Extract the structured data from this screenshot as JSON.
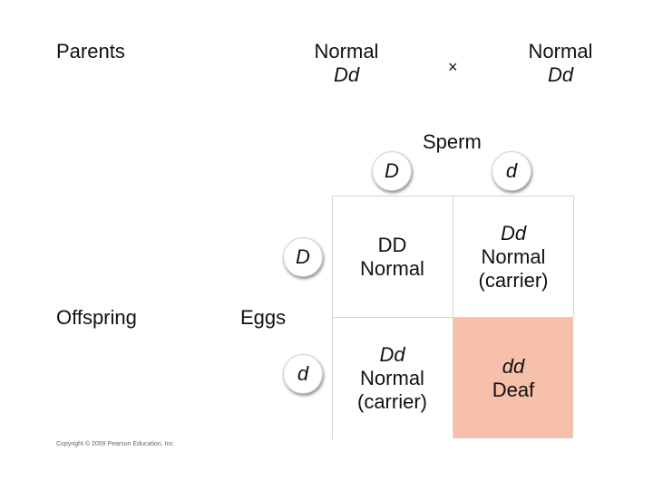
{
  "parents_label": "Parents",
  "offspring_label": "Offspring",
  "parent1": {
    "phenotype": "Normal",
    "genotype": "Dd"
  },
  "parent2": {
    "phenotype": "Normal",
    "genotype": "Dd"
  },
  "cross_symbol": "×",
  "sperm_label": "Sperm",
  "eggs_label": "Eggs",
  "sperm_alleles": [
    "D",
    "d"
  ],
  "egg_alleles": [
    "D",
    "d"
  ],
  "cells": [
    {
      "genotype": "DD",
      "phenotype": "Normal",
      "note": ""
    },
    {
      "genotype": "Dd",
      "phenotype": "Normal",
      "note": "(carrier)"
    },
    {
      "genotype": "Dd",
      "phenotype": "Normal",
      "note": "(carrier)"
    },
    {
      "genotype": "dd",
      "phenotype": "Deaf",
      "note": ""
    }
  ],
  "colors": {
    "affected_cell": "#f6c0ab"
  },
  "copyright": "Copyright © 2009 Pearson Education, Inc."
}
